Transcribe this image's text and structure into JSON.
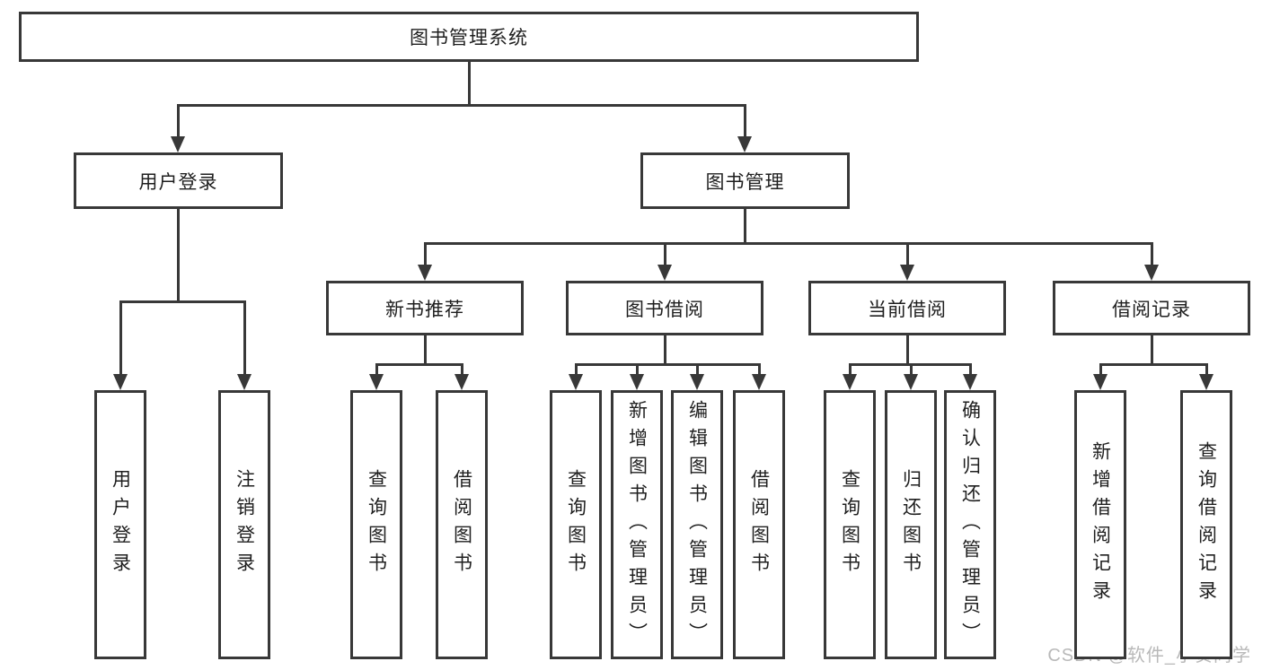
{
  "diagram": {
    "type": "hierarchy-tree",
    "title": "图书管理系统",
    "nodes": [
      {
        "id": "root",
        "label": "图书管理系统",
        "parent": null
      },
      {
        "id": "login",
        "label": "用户登录",
        "parent": "root"
      },
      {
        "id": "mgmt",
        "label": "图书管理",
        "parent": "root"
      },
      {
        "id": "user-login",
        "label": "用户登录",
        "parent": "login"
      },
      {
        "id": "logout",
        "label": "注销登录",
        "parent": "login"
      },
      {
        "id": "new-rec",
        "label": "新书推荐",
        "parent": "mgmt"
      },
      {
        "id": "borrow",
        "label": "图书借阅",
        "parent": "mgmt"
      },
      {
        "id": "current",
        "label": "当前借阅",
        "parent": "mgmt"
      },
      {
        "id": "records",
        "label": "借阅记录",
        "parent": "mgmt"
      },
      {
        "id": "nr-query",
        "label": "查询图书",
        "parent": "new-rec"
      },
      {
        "id": "nr-borrow",
        "label": "借阅图书",
        "parent": "new-rec"
      },
      {
        "id": "b-query",
        "label": "查询图书",
        "parent": "borrow"
      },
      {
        "id": "b-add",
        "label": "新增图书（管理员）",
        "parent": "borrow"
      },
      {
        "id": "b-edit",
        "label": "编辑图书（管理员）",
        "parent": "borrow"
      },
      {
        "id": "b-borrow",
        "label": "借阅图书",
        "parent": "borrow"
      },
      {
        "id": "c-query",
        "label": "查询图书",
        "parent": "current"
      },
      {
        "id": "c-return",
        "label": "归还图书",
        "parent": "current"
      },
      {
        "id": "c-confirm",
        "label": "确认归还（管理员）",
        "parent": "current"
      },
      {
        "id": "r-add",
        "label": "新增借阅记录",
        "parent": "records"
      },
      {
        "id": "r-query",
        "label": "查询借阅记录",
        "parent": "records"
      }
    ]
  },
  "watermark": {
    "text": "CSDN @软件_小贺同学"
  },
  "colors": {
    "background": "#ffffff",
    "line": "#383838",
    "box_border": "#383838",
    "text": "#1f1f1f",
    "watermark": "#b9b9b9"
  }
}
